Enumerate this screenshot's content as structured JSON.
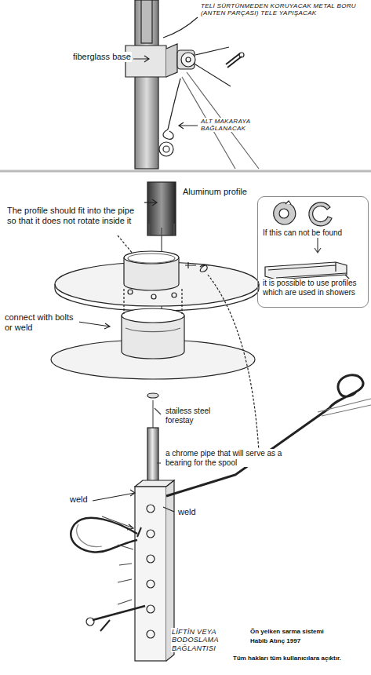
{
  "diagram": {
    "nodes": [
      {
        "text": [
          "If this can not be found",
          "it is possible to use profiles which are used in showers"
        ]
      }
    ],
    "labels": [
      "TELİ SÜRTÜNMEDEN KORUYACAK METAL BORU (ANTEN PARÇASI) TELE YAPIŞACAK",
      "fiberglass base",
      "ALT MAKARAYA BAĞLANACAK",
      "Aluminum profile",
      "The profile should fit into the pipe so that it does not rotate inside it",
      "connect with bolts or weld",
      "stailess steel forestay",
      "a chrome pipe that will serve as a bearing for the spool",
      "weld",
      "weld",
      "LİFTİN VEYA BODOSLAMA BAĞLANTISI",
      "Ön yelken sarma sistemi",
      "Habib Atınç 1997",
      "Tüm hakları tüm kullanıcılara açıktır."
    ]
  }
}
